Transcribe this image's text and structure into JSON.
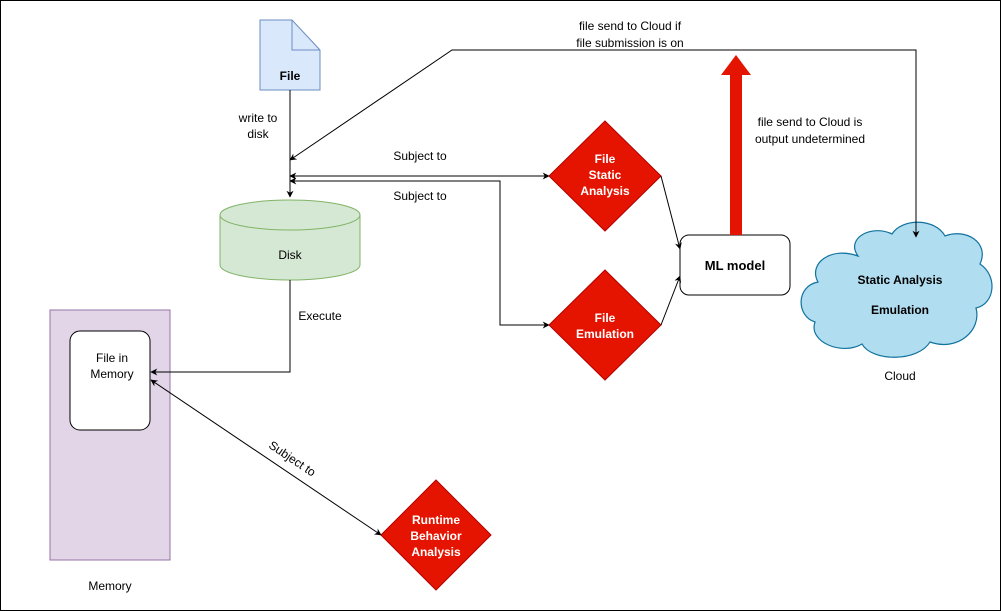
{
  "nodes": {
    "file": "File",
    "disk": "Disk",
    "memory": "Memory",
    "file_in_memory": [
      "File in",
      "Memory"
    ],
    "file_static_analysis": [
      "File",
      "Static",
      "Analysis"
    ],
    "file_emulation": [
      "File",
      "Emulation"
    ],
    "runtime_behavior_analysis": [
      "Runtime",
      "Behavior",
      "Analysis"
    ],
    "ml_model": "ML model",
    "cloud": [
      "Static Analysis",
      "Emulation"
    ],
    "cloud_caption": "Cloud"
  },
  "edges": {
    "write_to_disk": [
      "write to",
      "disk"
    ],
    "execute": "Execute",
    "subject_to_static": "Subject to",
    "subject_to_emulation": "Subject to",
    "subject_to_runtime": "Subject to",
    "cloud_if_submission": [
      "file send to Cloud if",
      "file submission is on"
    ],
    "cloud_if_undetermined": [
      "file send to Cloud is",
      "output undetermined"
    ]
  },
  "colors": {
    "file_fill": "#dae8fc",
    "file_stroke": "#6c8ebf",
    "disk_fill": "#d5e8d4",
    "disk_stroke": "#82b366",
    "memory_fill": "#e1d5e7",
    "memory_stroke": "#9673a6",
    "diamond_fill": "#e51400",
    "diamond_stroke": "#b20000",
    "cloud_fill": "#b1ddf0",
    "cloud_stroke": "#10739e",
    "arrow_red": "#e51400"
  }
}
